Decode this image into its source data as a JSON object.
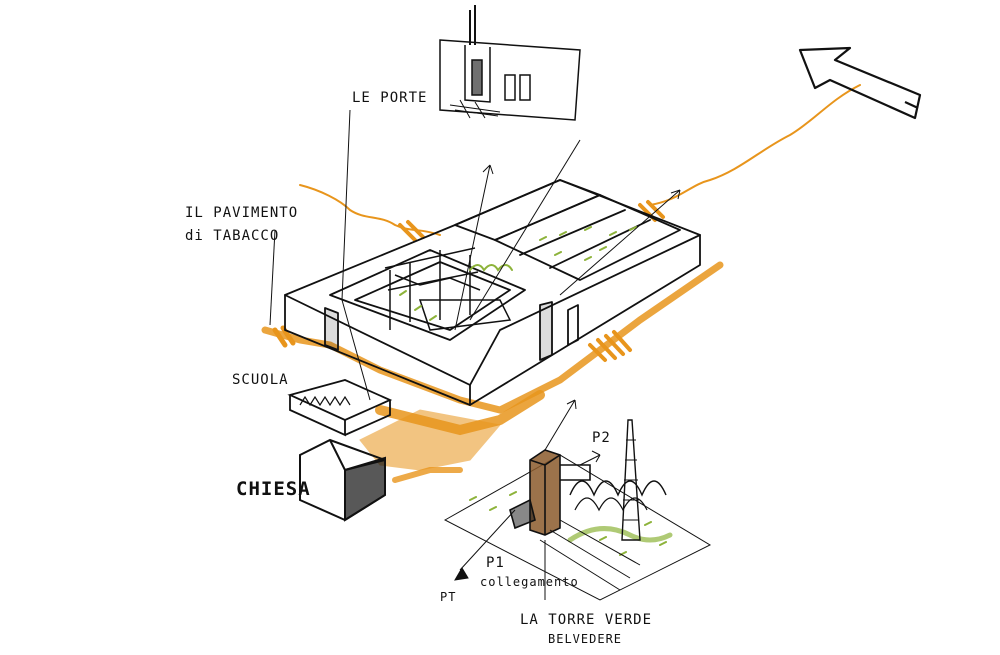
{
  "labels": {
    "le_porte": "LE PORTE",
    "pavimento_1": "IL PAVIMENTO",
    "pavimento_2": "di TABACCO",
    "scuola": "SCUOLA",
    "chiesa": "CHIESA",
    "p2": "P2",
    "p1": "P1",
    "collegamento": "collegamento",
    "pt": "PT",
    "torre_1": "LA TORRE VERDE",
    "torre_2": "BELVEDERE"
  },
  "colors": {
    "ink": "#111111",
    "orange": "#e8951c",
    "green": "#8db33a",
    "brown": "#8b5a2b"
  }
}
